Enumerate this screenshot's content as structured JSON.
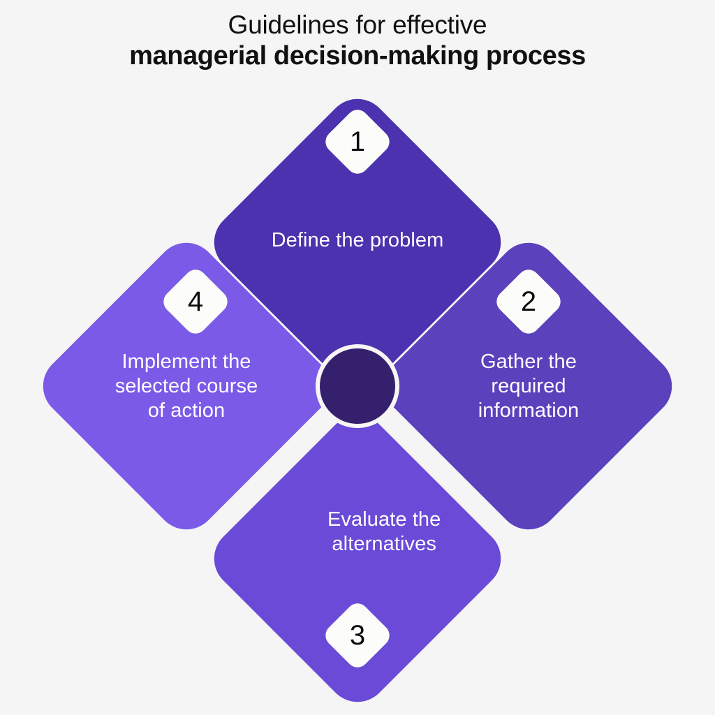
{
  "title": {
    "line1": "Guidelines for effective",
    "line2": "managerial decision-making process"
  },
  "colors": {
    "background": "#f5f5f5",
    "step1": "#4c32ae",
    "step2": "#5c41bd",
    "step3": "#6a4ad7",
    "step4": "#7b5ae8",
    "hub": "#35206e",
    "hub_ring": "#f7f6f5",
    "badge_bg": "#fcfcfb",
    "badge_text": "#0c0c0c",
    "label_text": "#ffffff",
    "title_text": "#111111"
  },
  "diagram": {
    "type": "cycle-diamond",
    "step_count": 4,
    "center_hub_label": "",
    "steps": [
      {
        "number": "1",
        "label": "Define the problem",
        "position": "top",
        "color": "#4c32ae"
      },
      {
        "number": "2",
        "label": "Gather the\nrequired\ninformation",
        "position": "right",
        "color": "#5c41bd"
      },
      {
        "number": "3",
        "label": "Evaluate the\nalternatives",
        "position": "bottom",
        "color": "#6a4ad7"
      },
      {
        "number": "4",
        "label": "Implement the\nselected course\nof action",
        "position": "left",
        "color": "#7b5ae8"
      }
    ]
  }
}
